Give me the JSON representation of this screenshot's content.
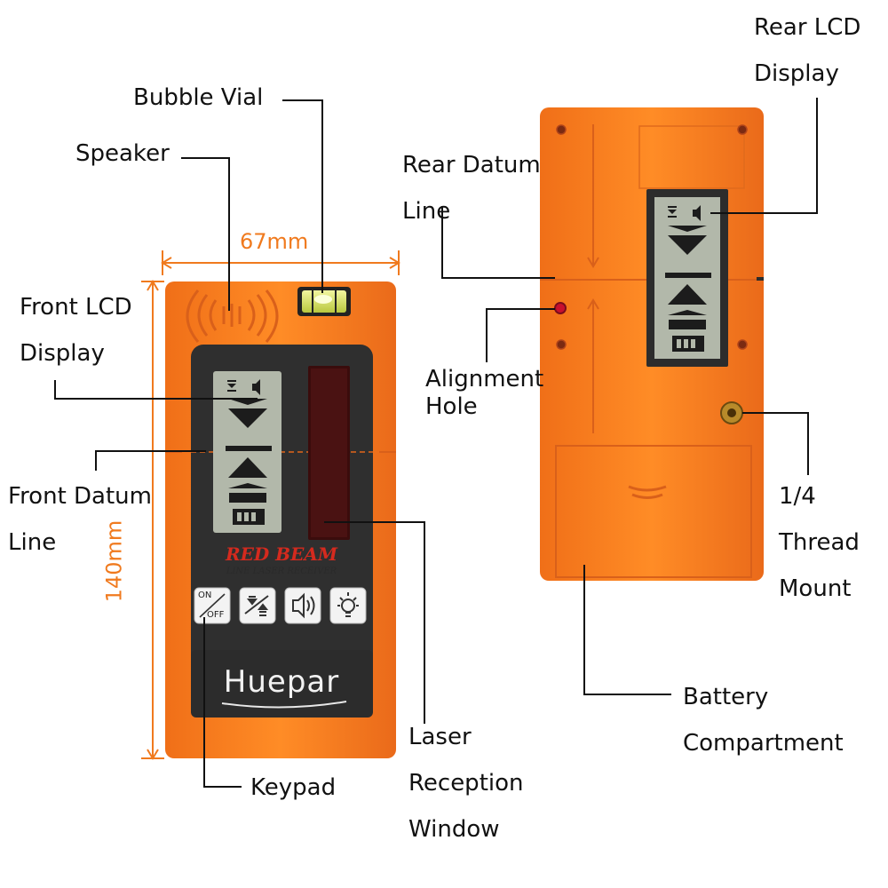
{
  "colors": {
    "orange": "#f7821f",
    "orange_dark": "#e2661a",
    "panel": "#2f2f2f",
    "lcd": "#b2b8aa",
    "dimension": "#f07a1e",
    "red_window": "#3a0c0c",
    "red_text": "#d42a1e"
  },
  "dimensions": {
    "width": "67mm",
    "height": "140mm"
  },
  "front_device": {
    "model_line1": "RED BEAM",
    "model_line2": "LINE LASER RECEIVER",
    "brand": "Huepar",
    "keys": [
      {
        "icon": "on-off-icon",
        "top": "ON",
        "bottom": "OFF"
      },
      {
        "icon": "accuracy-icon"
      },
      {
        "icon": "volume-icon"
      },
      {
        "icon": "backlight-icon"
      }
    ]
  },
  "labels": {
    "bubble_vial": "Bubble Vial",
    "speaker": "Speaker",
    "front_lcd": [
      "Front LCD",
      "Display"
    ],
    "front_datum": [
      "Front Datum",
      "Line"
    ],
    "keypad": "Keypad",
    "laser_window": [
      "Laser",
      "Reception",
      "Window"
    ],
    "rear_lcd": [
      "Rear LCD",
      "Display"
    ],
    "rear_datum": [
      "Rear Datum",
      "Line"
    ],
    "alignment_hole": [
      "Alignment",
      "Hole"
    ],
    "thread_mount": [
      "1/4",
      "Thread",
      "Mount"
    ],
    "battery": [
      "Battery",
      "Compartment"
    ]
  }
}
